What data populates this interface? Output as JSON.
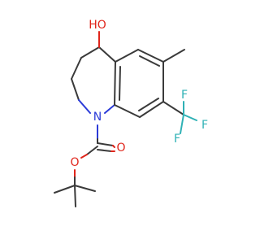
{
  "molecule": {
    "atoms": {
      "hydroxyl_label": "HO",
      "nitrogen_label": "N",
      "carbonyl_oxygen_label": "O",
      "ester_oxygen_label": "O",
      "fluorine_top_label": "F",
      "fluorine_right_label": "F",
      "fluorine_bottom_label": "F"
    },
    "colors": {
      "bond": "#3a3a3a",
      "nitrogen": "#2b3bd8",
      "oxygen": "#e0251b",
      "fluorine": "#2fb1b5"
    }
  }
}
